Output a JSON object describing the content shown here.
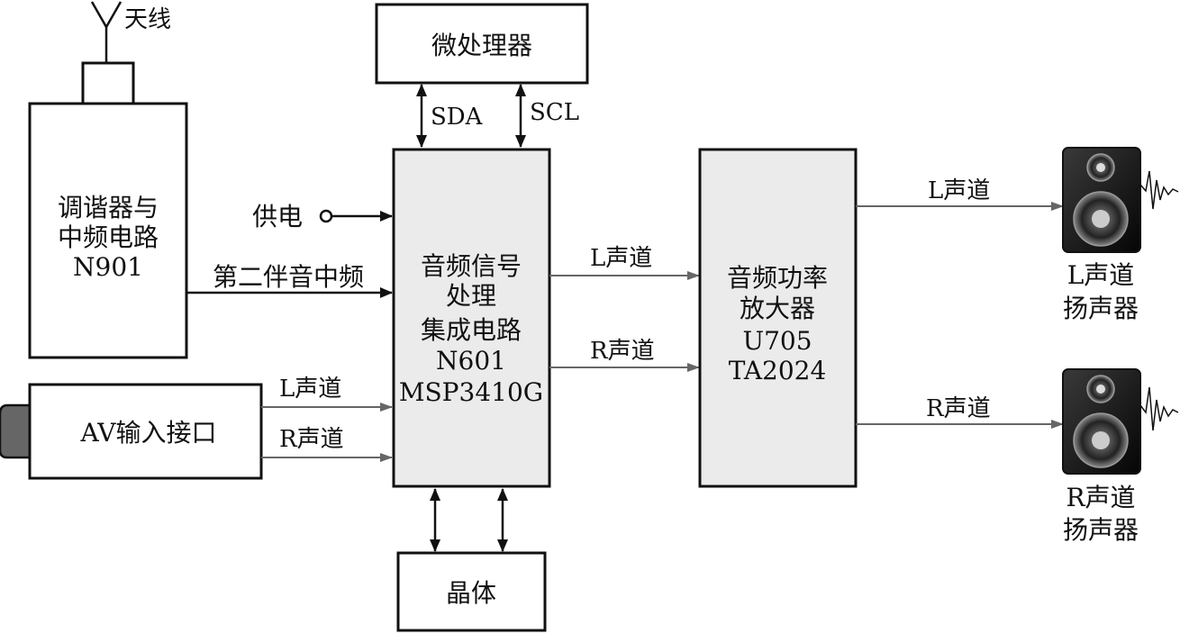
{
  "antenna": {
    "label": "天线"
  },
  "tuner": {
    "lines": [
      "调谐器与",
      "中频电路",
      "N901"
    ]
  },
  "microprocessor": {
    "label": "微处理器"
  },
  "bus": {
    "sda": "SDA",
    "scl": "SCL"
  },
  "power": {
    "label": "供电"
  },
  "second_if": {
    "label": "第二伴音中频"
  },
  "av_input": {
    "label": "AV输入接口"
  },
  "av_left": "L声道",
  "av_right": "R声道",
  "processor": {
    "lines": [
      "音频信号",
      "处理",
      "集成电路",
      "N601",
      "MSP3410G"
    ]
  },
  "mid_left": "L声道",
  "mid_right": "R声道",
  "amplifier": {
    "lines": [
      "音频功率",
      "放大器",
      "U705",
      "TA2024"
    ]
  },
  "out_left": "L声道",
  "out_right": "R声道",
  "speaker_left": {
    "lines": [
      "L声道",
      "扬声器"
    ]
  },
  "speaker_right": {
    "lines": [
      "R声道",
      "扬声器"
    ]
  },
  "crystal": {
    "label": "晶体"
  },
  "colors": {
    "box_fill": "#ebebeb",
    "stroke": "#111111",
    "signal_line": "#666666"
  }
}
